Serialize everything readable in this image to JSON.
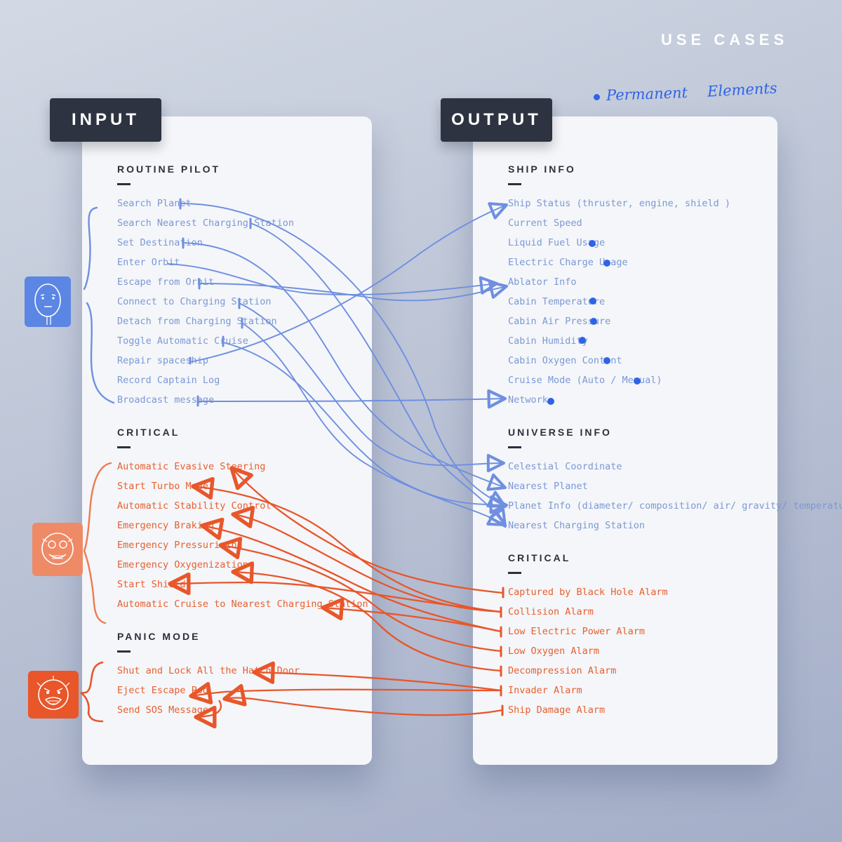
{
  "page_title": "USE CASES",
  "annotation": {
    "dot": "•",
    "word1": "Permanent",
    "word2": "Elements"
  },
  "input": {
    "tab_label": "INPUT",
    "routine_pilot": {
      "heading": "ROUTINE PILOT",
      "items": [
        "Search Planet",
        "Search Nearest Charging Station",
        "Set Destination",
        "Enter Orbit",
        "Escape from Orbit",
        "Connect to Charging Station",
        "Detach from Charging Station",
        "Toggle Automatic Cruise",
        "Repair spaceship",
        "Record Captain Log",
        "Broadcast message"
      ]
    },
    "critical": {
      "heading": "CRITICAL",
      "items": [
        "Automatic Evasive Steering",
        "Start Turbo Mode",
        "Automatic Stability Control",
        "Emergency Braking",
        "Emergency Pressurizing",
        "Emergency Oxygenization",
        "Start Shield",
        "Automatic Cruise to Nearest Charging Station"
      ]
    },
    "panic_mode": {
      "heading": "PANIC MODE",
      "items": [
        "Shut and Lock All the Hatch Door",
        "Eject Escape Pod",
        "Send SOS Message"
      ]
    }
  },
  "output": {
    "tab_label": "OUTPUT",
    "ship_info": {
      "heading": "SHIP INFO",
      "items": [
        "Ship Status (thruster, engine, shield )",
        "Current Speed",
        "Liquid Fuel Usage",
        "Electric Charge Usage",
        "Ablator Info",
        "Cabin Temperature",
        "Cabin Air Pressure",
        "Cabin Humidity",
        "Cabin Oxygen Content",
        "Cruise Mode (Auto / Menual)",
        "Network"
      ]
    },
    "universe_info": {
      "heading": "UNIVERSE INFO",
      "items": [
        "Celestial Coordinate",
        "Nearest Planet",
        "Planet Info (diameter/ composition/ air/ gravity/ temperature)",
        "Nearest Charging Station"
      ]
    },
    "critical": {
      "heading": "CRITICAL",
      "items": [
        "Captured by Black Hole Alarm",
        "Collision Alarm",
        "Low Electric Power Alarm",
        "Low Oxygen Alarm",
        "Decompression Alarm",
        "Invader Alarm",
        "Ship Damage Alarm"
      ]
    }
  },
  "colors": {
    "routine": "#7c98d5",
    "routine_stroke": "#6f8fe0",
    "critical": "#e85f2e",
    "permanent": "#2f63e6",
    "tab_bg": "#2d3340",
    "card_bg": "#f4f6f9"
  },
  "icons": [
    "neutral-face-icon",
    "rage-face-icon",
    "screaming-rage-face-icon"
  ]
}
